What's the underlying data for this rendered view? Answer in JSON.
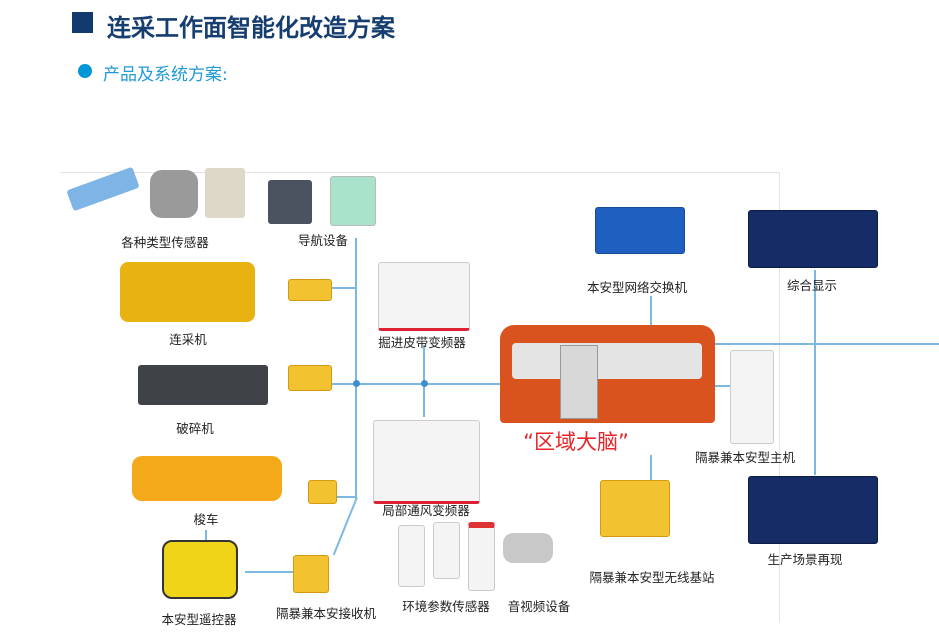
{
  "header": {
    "title": "连采工作面智能化改造方案",
    "subtitle": "产品及系统方案:"
  },
  "colors": {
    "title": "#163d6f",
    "accent": "#0096d8",
    "line": "#7cb9e2",
    "brain_label": "#e8262a",
    "cabin": "#d9531e"
  },
  "nodes": {
    "sensors": "各种类型传感器",
    "navigation": "导航设备",
    "continuous_miner": "连采机",
    "belt_inverter": "掘进皮带变频器",
    "network_switch": "本安型网络交换机",
    "display": "综合显示",
    "crusher": "破碎机",
    "brain": "“区域大脑”",
    "host": "隔暴兼本安型主机",
    "shuttle_car": "梭车",
    "fan_inverter": "局部通风变频器",
    "scene_replay": "生产场景再现",
    "base_station": "隔暴兼本安型无线基站",
    "remote_control": "本安型遥控器",
    "receiver": "隔暴兼本安接收机",
    "env_sensors": "环境参数传感器",
    "av_devices": "音视频设备"
  }
}
